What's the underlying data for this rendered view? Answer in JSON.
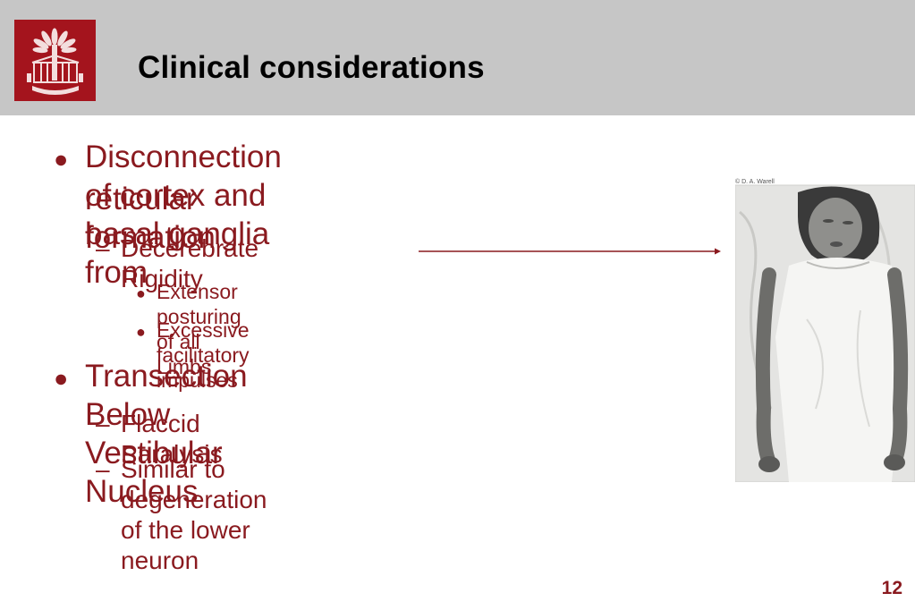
{
  "header": {
    "title": "Clinical considerations",
    "background": "#c6c6c6",
    "logo": {
      "icon": "palmetto-seal-icon",
      "background": "#a4141d"
    }
  },
  "accent_color": "#8a1a1f",
  "bullets": {
    "level1_marker": "●",
    "level2_marker": "–",
    "level3_marker": "●",
    "b1": {
      "line1": "Disconnection of cortex and basal ganglia from",
      "line2": "reticular formation",
      "sub1": {
        "text": "Decerebrate Rigidity",
        "items": [
          "Extensor posturing of all Limbs",
          "Excessive facilitatory impulses"
        ]
      }
    },
    "b2": {
      "text": "Transection Below Vestibular Nucleus",
      "subs": [
        "Flaccid Paralysis",
        "Similar to degeneration of the lower neuron"
      ]
    }
  },
  "photo": {
    "credit": "© D. A. Warell",
    "icon": "patient-photo-icon"
  },
  "page_number": "12"
}
